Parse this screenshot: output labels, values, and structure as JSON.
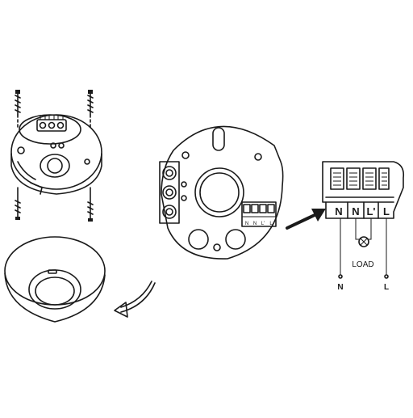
{
  "terminal_block": {
    "terminals": [
      "N",
      "N",
      "L'",
      "L"
    ]
  },
  "wiring": {
    "load_label": "LOAD",
    "neutral_label": "N",
    "live_label": "L"
  },
  "sensor_board_terminals": [
    "N",
    "N",
    "L'",
    "L"
  ]
}
